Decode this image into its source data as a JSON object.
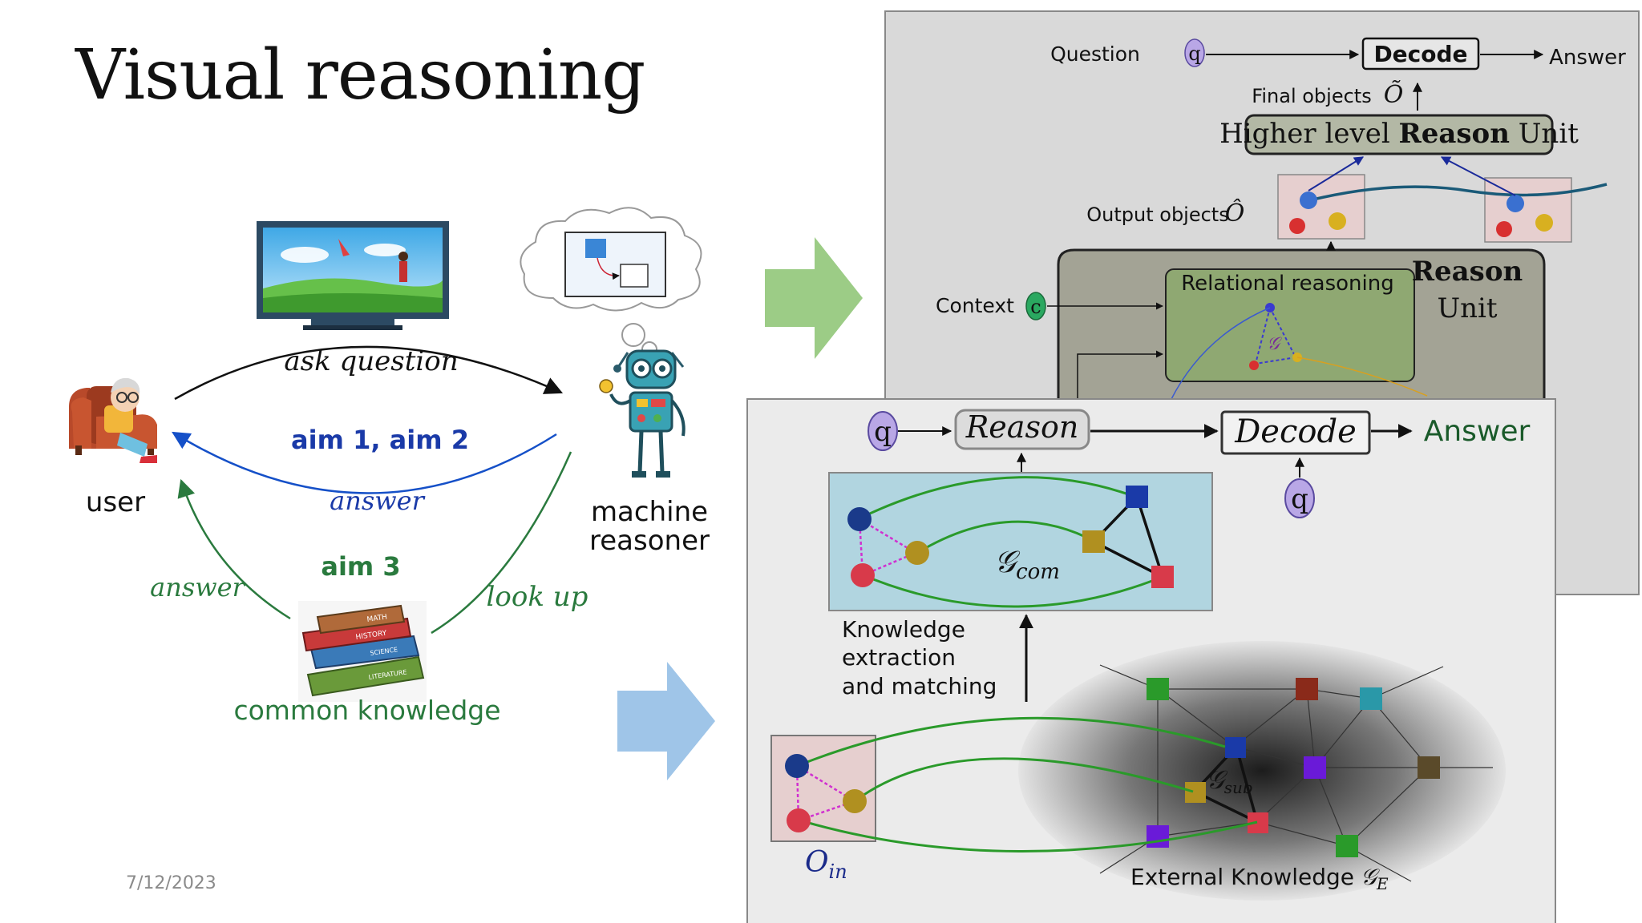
{
  "slide": {
    "title": "Visual reasoning",
    "date": "7/12/2023"
  },
  "left_diagram": {
    "user_label": "user",
    "machine_label_line1": "machine",
    "machine_label_line2": "reasoner",
    "knowledge_label": "common knowledge",
    "ask_question": "ask question",
    "aim12": "aim 1, aim 2",
    "answer_blue": "answer",
    "aim3": "aim 3",
    "answer_green": "answer",
    "look_up": "look up",
    "book_labels": [
      "MATH",
      "HISTORY",
      "SCIENCE",
      "LITERATURE"
    ]
  },
  "top_panel": {
    "question": "Question",
    "q": "q",
    "decode": "Decode",
    "answer": "Answer",
    "final_objects": "Final objects",
    "final_symbol": "Õ",
    "higher_prefix": "Higher level ",
    "higher_bold": "Reason",
    "higher_suffix": " Unit",
    "output_objects": "Output objects",
    "output_symbol": "Ô",
    "context": "Context",
    "c": "c",
    "relational": "Relational reasoning",
    "reason_bold": "Reason",
    "unit": "Unit",
    "g_symbol": "𝒢"
  },
  "bottom_panel": {
    "q1": "q",
    "reason": "Reason",
    "decode": "Decode",
    "answer": "Answer",
    "q2": "q",
    "gcom_main": "𝒢",
    "gcom_sub": "com",
    "knowledge_line1": "Knowledge",
    "knowledge_line2": "extraction",
    "knowledge_line3": "and matching",
    "oin_main": "O",
    "oin_sub": "in",
    "gsub_main": "𝒢",
    "gsub_sub": "sub",
    "external": "External Knowledge",
    "ge_main": "𝒢",
    "ge_sub": "E"
  }
}
